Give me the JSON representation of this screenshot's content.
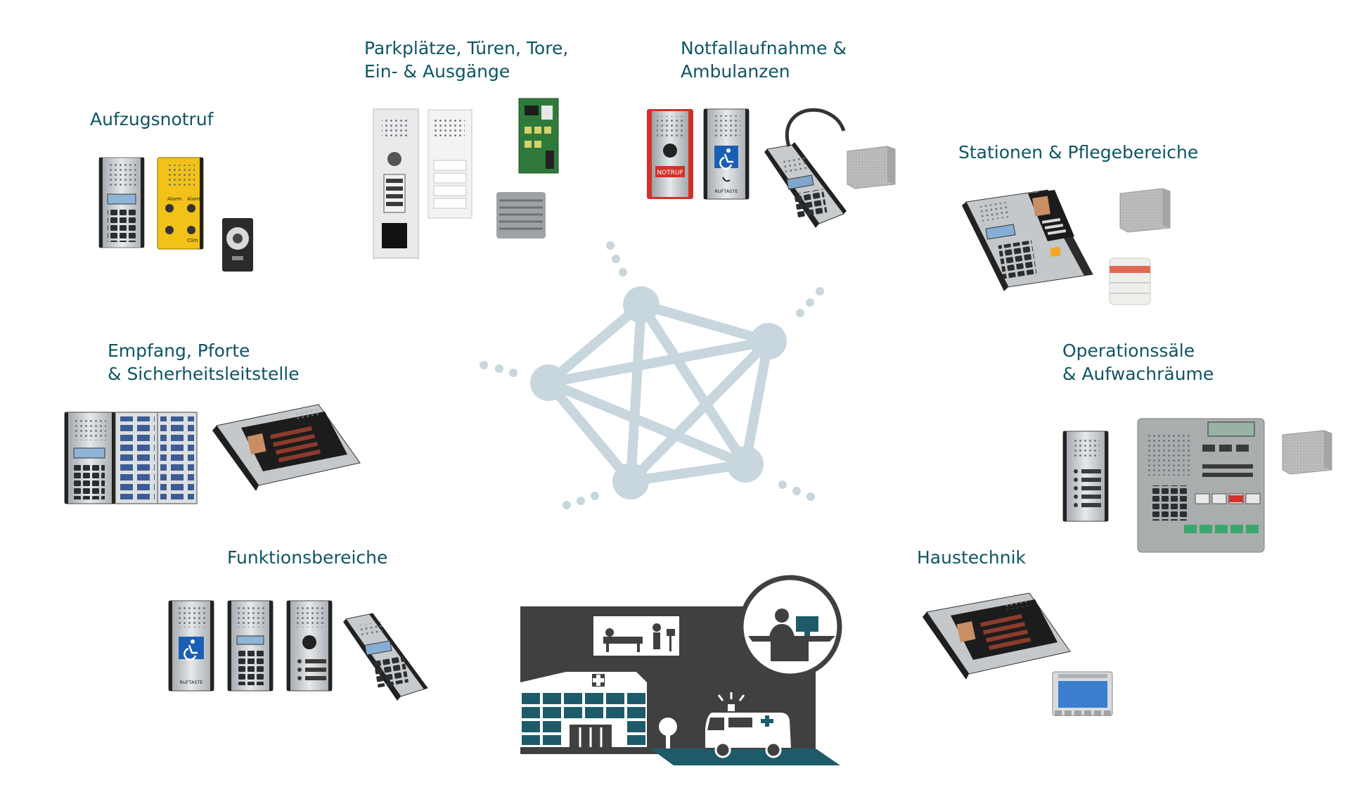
{
  "colors": {
    "label": "#0f5564",
    "network": "#c8d6de",
    "building": "#404040",
    "teal": "#1d5b6a"
  },
  "labels": {
    "aufzug": {
      "lines": [
        "Aufzugsnotruf"
      ]
    },
    "parkplaetze": {
      "lines": [
        "Parkplätze, Türen, Tore,",
        "Ein- & Ausgänge"
      ]
    },
    "notfall": {
      "lines": [
        "Notfallaufnahme &",
        "Ambulanzen"
      ]
    },
    "stationen": {
      "lines": [
        "Stationen & Pflegebereiche"
      ]
    },
    "empfang": {
      "lines": [
        "Empfang, Pforte",
        "& Sicherheitsleitstelle"
      ]
    },
    "operation": {
      "lines": [
        "Operationssäle",
        "& Aufwachräume"
      ]
    },
    "funktion": {
      "lines": [
        "Funktionsbereiche"
      ]
    },
    "haustechnik": {
      "lines": [
        "Haustechnik"
      ]
    }
  },
  "devices": {
    "notruf_label": "NOTRUF",
    "ruftaste_label": "RUFTASTE",
    "elevator_text": [
      "Alarm",
      "Alarm",
      "Clim"
    ]
  },
  "icons": {
    "network": "network-mesh-icon",
    "hospital": "hospital-building-icon",
    "ambulance": "ambulance-icon",
    "reception": "reception-desk-icon",
    "wheelchair": "wheelchair-icon",
    "phone": "phone-icon"
  }
}
